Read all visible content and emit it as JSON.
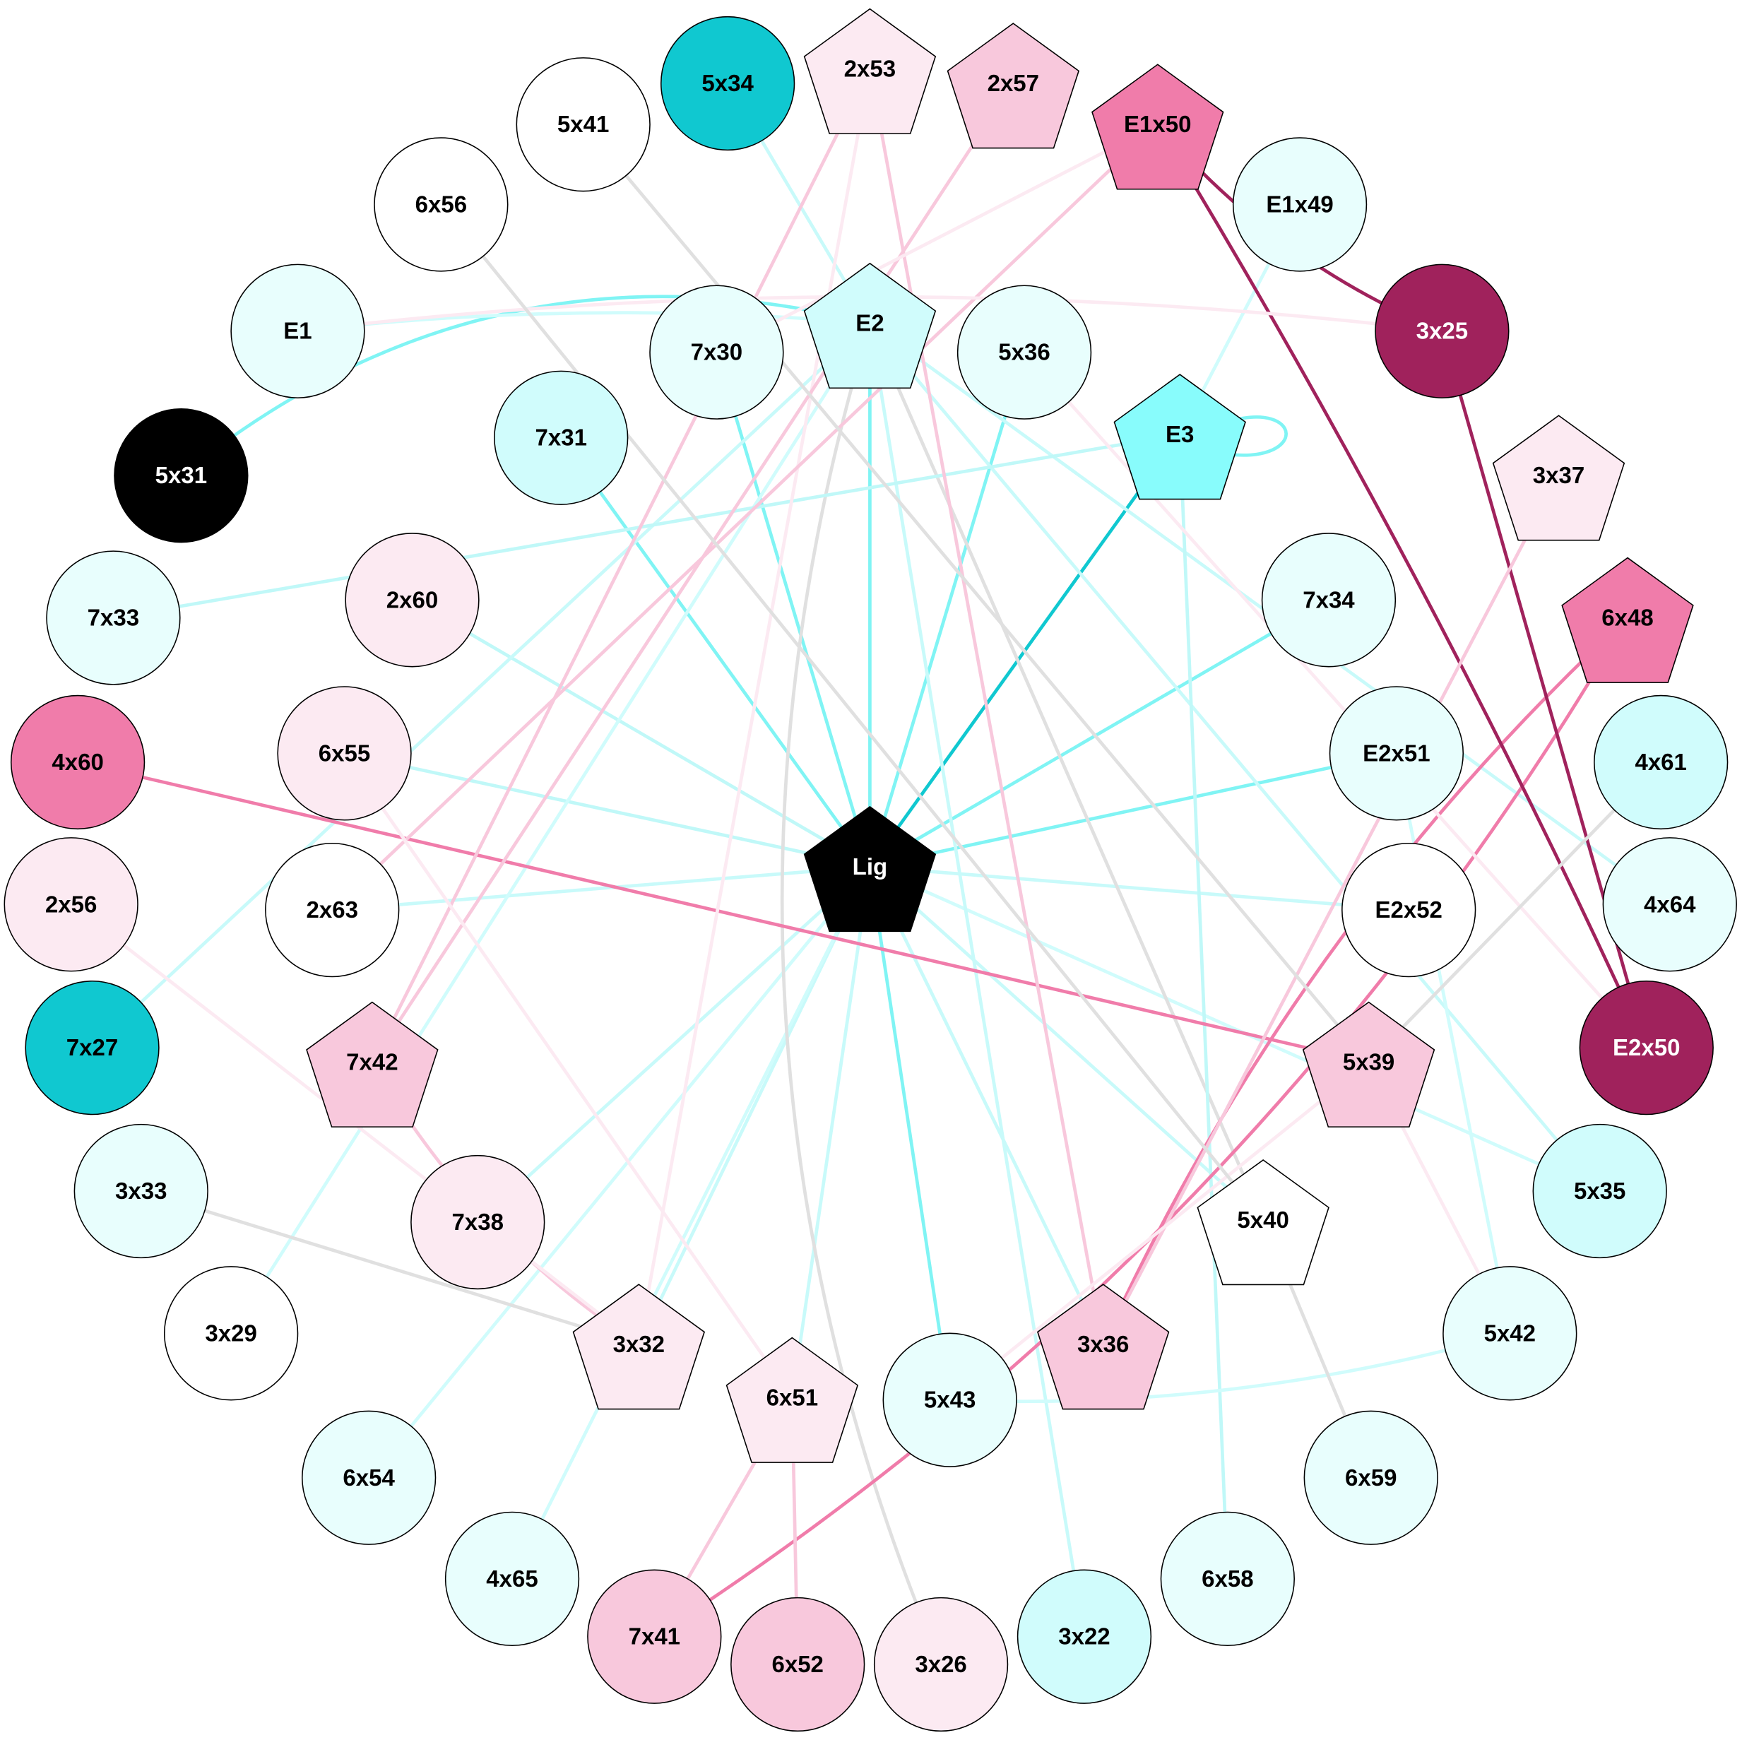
{
  "colors": {
    "cyan_dark": "#10c8d0",
    "cyan_mid": "#88fcfc",
    "cyan_light": "#d0fcfc",
    "cyan_pale": "#e8fefd",
    "pink_dark": "#a0225c",
    "pink_mid": "#f07caa",
    "pink_light": "#f8c8dc",
    "pink_pale": "#fceaf2",
    "white": "#ffffff",
    "black": "#000000",
    "gray": "#e0e0e0"
  },
  "nodes": [
    {
      "id": "Lig",
      "label": "Lig",
      "shape": "pentagon",
      "fill": "#000000",
      "text": "#ffffff"
    },
    {
      "id": "5x34",
      "label": "5x34",
      "shape": "circle",
      "fill": "#10c8d0",
      "text": "#000000"
    },
    {
      "id": "2x53",
      "label": "2x53",
      "shape": "pentagon",
      "fill": "#fceaf2",
      "text": "#000000"
    },
    {
      "id": "2x57",
      "label": "2x57",
      "shape": "pentagon",
      "fill": "#f8c8dc",
      "text": "#000000"
    },
    {
      "id": "E1x50",
      "label": "E1x50",
      "shape": "pentagon",
      "fill": "#f07caa",
      "text": "#000000"
    },
    {
      "id": "E1x49",
      "label": "E1x49",
      "shape": "circle",
      "fill": "#e8fefd",
      "text": "#000000"
    },
    {
      "id": "3x25",
      "label": "3x25",
      "shape": "circle",
      "fill": "#a0225c",
      "text": "#ffffff"
    },
    {
      "id": "3x37",
      "label": "3x37",
      "shape": "pentagon",
      "fill": "#fceaf2",
      "text": "#000000"
    },
    {
      "id": "6x48",
      "label": "6x48",
      "shape": "pentagon",
      "fill": "#f07caa",
      "text": "#000000"
    },
    {
      "id": "4x61",
      "label": "4x61",
      "shape": "circle",
      "fill": "#d0fcfc",
      "text": "#000000"
    },
    {
      "id": "4x64",
      "label": "4x64",
      "shape": "circle",
      "fill": "#e8fefd",
      "text": "#000000"
    },
    {
      "id": "E2x50",
      "label": "E2x50",
      "shape": "circle",
      "fill": "#a0225c",
      "text": "#ffffff"
    },
    {
      "id": "5x35",
      "label": "5x35",
      "shape": "circle",
      "fill": "#d0fcfc",
      "text": "#000000"
    },
    {
      "id": "5x42",
      "label": "5x42",
      "shape": "circle",
      "fill": "#e8fefd",
      "text": "#000000"
    },
    {
      "id": "6x59",
      "label": "6x59",
      "shape": "circle",
      "fill": "#e8fefd",
      "text": "#000000"
    },
    {
      "id": "6x58",
      "label": "6x58",
      "shape": "circle",
      "fill": "#e8fefd",
      "text": "#000000"
    },
    {
      "id": "3x22",
      "label": "3x22",
      "shape": "circle",
      "fill": "#d0fcfc",
      "text": "#000000"
    },
    {
      "id": "3x26",
      "label": "3x26",
      "shape": "circle",
      "fill": "#fceaf2",
      "text": "#000000"
    },
    {
      "id": "6x52",
      "label": "6x52",
      "shape": "circle",
      "fill": "#f8c8dc",
      "text": "#000000"
    },
    {
      "id": "7x41",
      "label": "7x41",
      "shape": "circle",
      "fill": "#f8c8dc",
      "text": "#000000"
    },
    {
      "id": "4x65",
      "label": "4x65",
      "shape": "circle",
      "fill": "#e8fefd",
      "text": "#000000"
    },
    {
      "id": "6x54",
      "label": "6x54",
      "shape": "circle",
      "fill": "#e8fefd",
      "text": "#000000"
    },
    {
      "id": "3x29",
      "label": "3x29",
      "shape": "circle",
      "fill": "#ffffff",
      "text": "#000000"
    },
    {
      "id": "3x33",
      "label": "3x33",
      "shape": "circle",
      "fill": "#e8fefd",
      "text": "#000000"
    },
    {
      "id": "7x27",
      "label": "7x27",
      "shape": "circle",
      "fill": "#10c8d0",
      "text": "#000000"
    },
    {
      "id": "2x56",
      "label": "2x56",
      "shape": "circle",
      "fill": "#fceaf2",
      "text": "#000000"
    },
    {
      "id": "4x60",
      "label": "4x60",
      "shape": "circle",
      "fill": "#f07caa",
      "text": "#000000"
    },
    {
      "id": "7x33",
      "label": "7x33",
      "shape": "circle",
      "fill": "#e8fefd",
      "text": "#000000"
    },
    {
      "id": "5x31",
      "label": "5x31",
      "shape": "circle",
      "fill": "#000000",
      "text": "#ffffff"
    },
    {
      "id": "E1",
      "label": "E1",
      "shape": "circle",
      "fill": "#e8fefd",
      "text": "#000000"
    },
    {
      "id": "6x56",
      "label": "6x56",
      "shape": "circle",
      "fill": "#ffffff",
      "text": "#000000"
    },
    {
      "id": "5x41",
      "label": "5x41",
      "shape": "circle",
      "fill": "#ffffff",
      "text": "#000000"
    },
    {
      "id": "E2",
      "label": "E2",
      "shape": "pentagon",
      "fill": "#d0fcfc",
      "text": "#000000"
    },
    {
      "id": "7x30",
      "label": "7x30",
      "shape": "circle",
      "fill": "#e8fefd",
      "text": "#000000"
    },
    {
      "id": "5x36",
      "label": "5x36",
      "shape": "circle",
      "fill": "#e8fefd",
      "text": "#000000"
    },
    {
      "id": "7x31",
      "label": "7x31",
      "shape": "circle",
      "fill": "#d0fcfc",
      "text": "#000000"
    },
    {
      "id": "E3",
      "label": "E3",
      "shape": "pentagon",
      "fill": "#88fcfc",
      "text": "#000000"
    },
    {
      "id": "2x60",
      "label": "2x60",
      "shape": "circle",
      "fill": "#fceaf2",
      "text": "#000000"
    },
    {
      "id": "7x34",
      "label": "7x34",
      "shape": "circle",
      "fill": "#e8fefd",
      "text": "#000000"
    },
    {
      "id": "6x55",
      "label": "6x55",
      "shape": "circle",
      "fill": "#fceaf2",
      "text": "#000000"
    },
    {
      "id": "E2x51",
      "label": "E2x51",
      "shape": "circle",
      "fill": "#e8fefd",
      "text": "#000000"
    },
    {
      "id": "2x63",
      "label": "2x63",
      "shape": "circle",
      "fill": "#ffffff",
      "text": "#000000"
    },
    {
      "id": "E2x52",
      "label": "E2x52",
      "shape": "circle",
      "fill": "#ffffff",
      "text": "#000000"
    },
    {
      "id": "7x42",
      "label": "7x42",
      "shape": "pentagon",
      "fill": "#f8c8dc",
      "text": "#000000"
    },
    {
      "id": "5x39",
      "label": "5x39",
      "shape": "pentagon",
      "fill": "#f8c8dc",
      "text": "#000000"
    },
    {
      "id": "7x38",
      "label": "7x38",
      "shape": "circle",
      "fill": "#fceaf2",
      "text": "#000000"
    },
    {
      "id": "5x40",
      "label": "5x40",
      "shape": "pentagon",
      "fill": "#ffffff",
      "text": "#000000"
    },
    {
      "id": "3x32",
      "label": "3x32",
      "shape": "pentagon",
      "fill": "#fceaf2",
      "text": "#000000"
    },
    {
      "id": "3x36",
      "label": "3x36",
      "shape": "pentagon",
      "fill": "#f8c8dc",
      "text": "#000000"
    },
    {
      "id": "6x51",
      "label": "6x51",
      "shape": "pentagon",
      "fill": "#fceaf2",
      "text": "#000000"
    },
    {
      "id": "5x43",
      "label": "5x43",
      "shape": "circle",
      "fill": "#e8fefd",
      "text": "#000000"
    }
  ],
  "edges": [
    {
      "s": "Lig",
      "t": "E3",
      "color": "#10c8d0"
    },
    {
      "s": "Lig",
      "t": "E2",
      "color": "#80f4f4"
    },
    {
      "s": "Lig",
      "t": "7x30",
      "color": "#80f4f4"
    },
    {
      "s": "Lig",
      "t": "7x31",
      "color": "#80f4f4"
    },
    {
      "s": "Lig",
      "t": "5x36",
      "color": "#80f4f4"
    },
    {
      "s": "Lig",
      "t": "7x34",
      "color": "#80f4f4"
    },
    {
      "s": "Lig",
      "t": "E2x51",
      "color": "#80f4f4"
    },
    {
      "s": "Lig",
      "t": "5x43",
      "color": "#80f4f4"
    },
    {
      "s": "Lig",
      "t": "2x60",
      "color": "#c0f8f8"
    },
    {
      "s": "Lig",
      "t": "6x55",
      "color": "#c0f8f8"
    },
    {
      "s": "Lig",
      "t": "2x63",
      "color": "#c8fafa"
    },
    {
      "s": "Lig",
      "t": "E2x52",
      "color": "#c8fafa"
    },
    {
      "s": "Lig",
      "t": "5x35",
      "color": "#d0fcfc"
    },
    {
      "s": "Lig",
      "t": "5x40",
      "color": "#c8fafa"
    },
    {
      "s": "Lig",
      "t": "3x36",
      "color": "#c8fafa"
    },
    {
      "s": "Lig",
      "t": "3x32",
      "color": "#c8fafa"
    },
    {
      "s": "Lig",
      "t": "6x51",
      "color": "#c8fafa"
    },
    {
      "s": "Lig",
      "t": "7x38",
      "color": "#c8fafa"
    },
    {
      "s": "Lig",
      "t": "4x65",
      "color": "#d0fcfc"
    },
    {
      "s": "Lig",
      "t": "6x54",
      "color": "#d0fcfc"
    },
    {
      "s": "E2",
      "t": "5x31",
      "color": "#80f4f4"
    },
    {
      "s": "E2",
      "t": "E1",
      "color": "#d0fcfc"
    },
    {
      "s": "E2",
      "t": "5x34",
      "color": "#c8fafa"
    },
    {
      "s": "E2",
      "t": "3x22",
      "color": "#c8fafa"
    },
    {
      "s": "E2",
      "t": "5x35",
      "color": "#c8fafa"
    },
    {
      "s": "E2",
      "t": "4x64",
      "color": "#c8fafa"
    },
    {
      "s": "E2",
      "t": "7x27",
      "color": "#c8fafa"
    },
    {
      "s": "E2",
      "t": "3x29",
      "color": "#d0fcfc"
    },
    {
      "s": "E2",
      "t": "3x26",
      "color": "#e0e0e0"
    },
    {
      "s": "E2",
      "t": "5x40",
      "color": "#e0e0e0"
    },
    {
      "s": "E3",
      "t": "E3",
      "color": "#80f4f4"
    },
    {
      "s": "E3",
      "t": "7x33",
      "color": "#c0f8f8"
    },
    {
      "s": "E3",
      "t": "6x58",
      "color": "#c0f8f8"
    },
    {
      "s": "E3",
      "t": "E1x49",
      "color": "#d0fcfc"
    },
    {
      "s": "E2x51",
      "t": "5x42",
      "color": "#d0fcfc"
    },
    {
      "s": "5x43",
      "t": "5x42",
      "color": "#d0fcfc"
    },
    {
      "s": "4x60",
      "t": "5x39",
      "color": "#f07caa"
    },
    {
      "s": "6x48",
      "t": "7x41",
      "color": "#f07caa"
    },
    {
      "s": "6x48",
      "t": "3x36",
      "color": "#f07caa"
    },
    {
      "s": "E1x50",
      "t": "3x25",
      "color": "#a0225c"
    },
    {
      "s": "E1x50",
      "t": "E2x50",
      "color": "#a0225c"
    },
    {
      "s": "3x25",
      "t": "E2x50",
      "color": "#a0225c"
    },
    {
      "s": "2x53",
      "t": "7x42",
      "color": "#f8c8dc"
    },
    {
      "s": "2x53",
      "t": "3x36",
      "color": "#f8c8dc"
    },
    {
      "s": "2x53",
      "t": "3x32",
      "color": "#fceaf2"
    },
    {
      "s": "2x57",
      "t": "7x42",
      "color": "#f8c8dc"
    },
    {
      "s": "E1x50",
      "t": "2x63",
      "color": "#f8c8dc"
    },
    {
      "s": "E1x50",
      "t": "7x30",
      "color": "#fceaf2"
    },
    {
      "s": "3x37",
      "t": "3x36",
      "color": "#f8c8dc"
    },
    {
      "s": "7x42",
      "t": "3x32",
      "color": "#f8c8dc"
    },
    {
      "s": "6x51",
      "t": "7x41",
      "color": "#f8c8dc"
    },
    {
      "s": "6x51",
      "t": "6x52",
      "color": "#f8c8dc"
    },
    {
      "s": "6x55",
      "t": "6x51",
      "color": "#fceaf2"
    },
    {
      "s": "2x56",
      "t": "3x32",
      "color": "#fceaf2"
    },
    {
      "s": "5x39",
      "t": "5x42",
      "color": "#fceaf2"
    },
    {
      "s": "5x39",
      "t": "5x43",
      "color": "#fceaf2"
    },
    {
      "s": "5x36",
      "t": "E2x50",
      "color": "#fceaf2"
    },
    {
      "s": "3x25",
      "t": "E1",
      "color": "#fceaf2"
    },
    {
      "s": "6x56",
      "t": "5x40",
      "color": "#e0e0e0"
    },
    {
      "s": "5x41",
      "t": "5x39",
      "color": "#e0e0e0"
    },
    {
      "s": "3x33",
      "t": "3x32",
      "color": "#e0e0e0"
    },
    {
      "s": "5x39",
      "t": "4x61",
      "color": "#e0e0e0"
    },
    {
      "s": "5x40",
      "t": "6x59",
      "color": "#e0e0e0"
    }
  ]
}
